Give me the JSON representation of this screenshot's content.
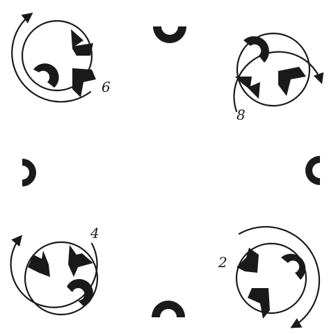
{
  "diagram": {
    "labels": {
      "top_left": "6",
      "top_right": "8",
      "bottom_left": "4",
      "bottom_right": "2"
    },
    "ink_color": "#1a1a1a",
    "background": "#ffffff"
  }
}
